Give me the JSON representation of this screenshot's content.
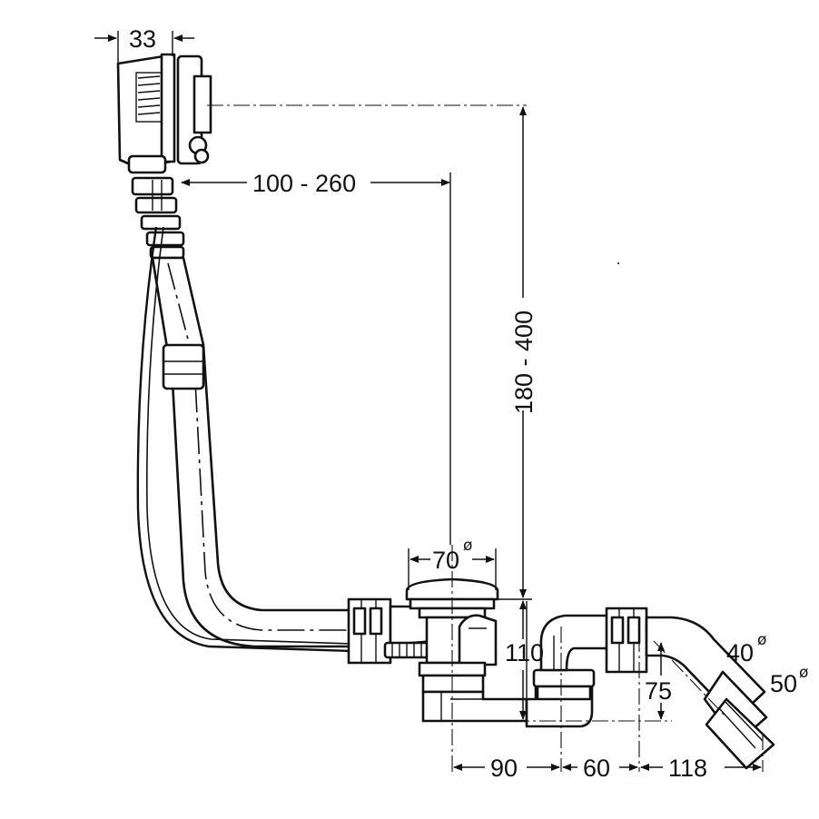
{
  "dimensions": {
    "d33": "33",
    "d100_260": "100 - 260",
    "d180_400": "180 - 400",
    "d70": "70",
    "d110": "110",
    "d75": "75",
    "d40": "40",
    "d50": "50",
    "d90": "90",
    "d60": "60",
    "d118": "118"
  },
  "symbols": {
    "diameter": "ø"
  }
}
